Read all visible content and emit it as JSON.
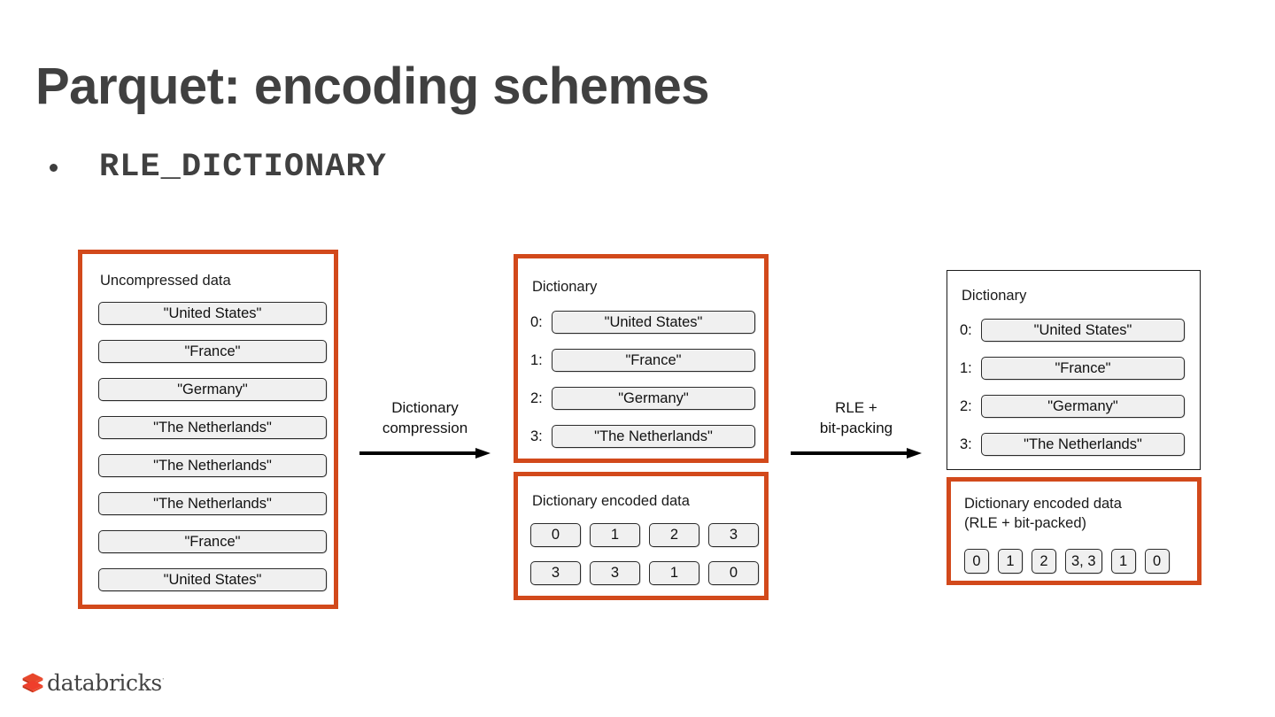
{
  "slide": {
    "title": "Parquet: encoding schemes",
    "bullet": "RLE_DICTIONARY"
  },
  "colors": {
    "accent_orange": "#D2491B",
    "title_gray": "#404040",
    "cell_fill": "#F0F0F0",
    "cell_border": "#2B2B2B",
    "logo_red": "#E8472B"
  },
  "uncompressed": {
    "label": "Uncompressed data",
    "values": [
      "\"United States\"",
      "\"France\"",
      "\"Germany\"",
      "\"The Netherlands\"",
      "\"The Netherlands\"",
      "\"The Netherlands\"",
      "\"France\"",
      "\"United States\""
    ]
  },
  "arrows": [
    {
      "name": "dictionary-compression",
      "label": "Dictionary\ncompression"
    },
    {
      "name": "rle-bit-packing",
      "label": "RLE +\nbit-packing"
    }
  ],
  "dictionary_mid": {
    "label": "Dictionary",
    "entries": [
      {
        "index": "0:",
        "value": "\"United States\""
      },
      {
        "index": "1:",
        "value": "\"France\""
      },
      {
        "index": "2:",
        "value": "\"Germany\""
      },
      {
        "index": "3:",
        "value": "\"The Netherlands\""
      }
    ]
  },
  "encoded_mid": {
    "label": "Dictionary encoded data",
    "rows": [
      [
        "0",
        "1",
        "2",
        "3"
      ],
      [
        "3",
        "3",
        "1",
        "0"
      ]
    ]
  },
  "dictionary_right": {
    "label": "Dictionary",
    "entries": [
      {
        "index": "0:",
        "value": "\"United States\""
      },
      {
        "index": "1:",
        "value": "\"France\""
      },
      {
        "index": "2:",
        "value": "\"Germany\""
      },
      {
        "index": "3:",
        "value": "\"The Netherlands\""
      }
    ]
  },
  "encoded_right": {
    "label": "Dictionary encoded data\n(RLE + bit-packed)",
    "values": [
      "0",
      "1",
      "2",
      "3, 3",
      "1",
      "0"
    ]
  },
  "logo": {
    "icon": "databricks-stacked-layers-icon",
    "text": "databricks",
    "trademark": "·"
  }
}
